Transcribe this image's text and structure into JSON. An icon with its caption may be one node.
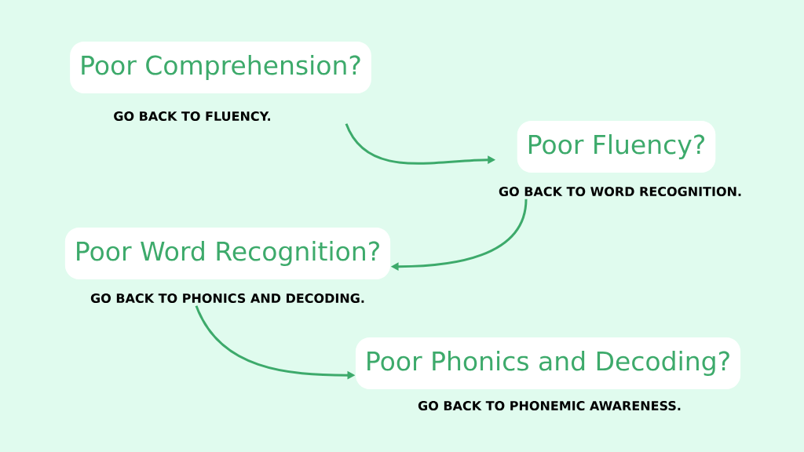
{
  "diagram": {
    "nodes": [
      {
        "text": [
          "Poor Comprehension?"
        ],
        "beside": [
          "GO BACK TO FLUENCY."
        ]
      },
      {
        "text": [
          "Poor Fluency?"
        ],
        "beside": [
          "GO BACK TO WORD RECOGNITION."
        ]
      },
      {
        "text": [
          "Poor Word Recognition?"
        ],
        "beside": [
          "GO BACK TO PHONICS AND DECODING."
        ]
      },
      {
        "text": [
          "Poor Phonics and Decoding?"
        ],
        "beside": [
          "GO BACK TO PHONEMIC AWARENESS."
        ]
      }
    ],
    "edges": [
      {
        "from": 0,
        "to": 1,
        "arrow": "to"
      },
      {
        "from": 1,
        "to": 2,
        "arrow": "to"
      },
      {
        "from": 2,
        "to": 3,
        "arrow": "to"
      }
    ]
  }
}
